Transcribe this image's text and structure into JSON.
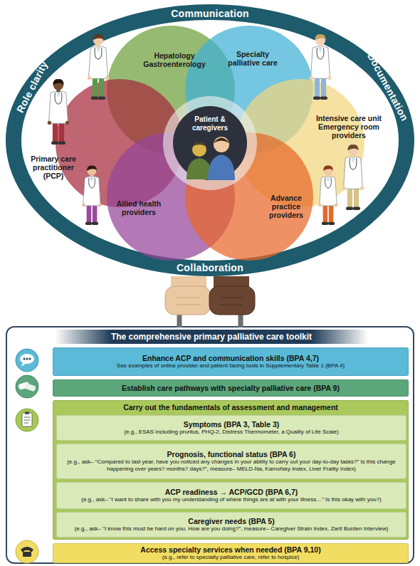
{
  "diagram": {
    "nodes": [
      {
        "text": [
          "Communication",
          "Role clarity",
          "Documentation",
          "Collaboration"
        ]
      },
      {
        "text": [
          "Hepatology Gastroenterology"
        ],
        "in": 0
      },
      {
        "text": [
          "Specialty palliative care"
        ],
        "in": 0
      },
      {
        "text": [
          "Primary care practitioner (PCP)"
        ],
        "in": 0
      },
      {
        "text": [
          "Patient & caregivers"
        ],
        "in": 0
      },
      {
        "text": [
          "Intensive care unit Emergency room providers"
        ],
        "in": 0
      },
      {
        "text": [
          "Allied health providers"
        ],
        "in": 0
      },
      {
        "text": [
          "Advance practice providers"
        ],
        "in": 0
      },
      {
        "text": [
          "The comprehensive primary palliative care toolkit"
        ]
      },
      {
        "text": [
          "Enhance ACP and communication skills (BPA 4,7)",
          "See examples of online provider and patient facing tools in Supplementary Table 1 (BPA 4)"
        ],
        "in": 8
      },
      {
        "text": [
          "Establish care pathways with specialty palliative care (BPA 9)"
        ],
        "in": 8
      },
      {
        "text": [
          "Carry out the fundamentals of assessment and management"
        ],
        "in": 8
      },
      {
        "text": [
          "Symptoms (BPA 3, Table 3)",
          "(e.g., ESAS including pruritus, PHQ-2, Distress Thermometer, a Quality of Life Scale)"
        ],
        "in": 11
      },
      {
        "text": [
          "Prognosis, functional status (BPA 6)",
          "(e.g., ask– “Compared to last year, have you noticed any changes in your ability to carry out your day-to-day tasks?” Is this change happening over years? months? days?”, measure– MELD-Na, Karnofsky Index, Liver Frailty Index)"
        ],
        "in": 11
      },
      {
        "text": [
          "ACP readiness → ACP/GCD (BPA 6,7)",
          "(e.g., ask– “I want to share with you my understanding of where things are at with your illness…” Is this okay with you?)"
        ],
        "in": 11
      },
      {
        "text": [
          "Caregiver needs (BPA 5)",
          "(e.g., ask– “I know this must be hard on you. How are you doing?”, measure– Caregiver Strain Index, Zarit Burden Interview)"
        ],
        "in": 11
      },
      {
        "text": [
          "Access specialty services when needed (BPA 9,10)",
          "(e.g., refer to specialty palliative care, refer to hospice)"
        ],
        "in": 8
      }
    ]
  }
}
